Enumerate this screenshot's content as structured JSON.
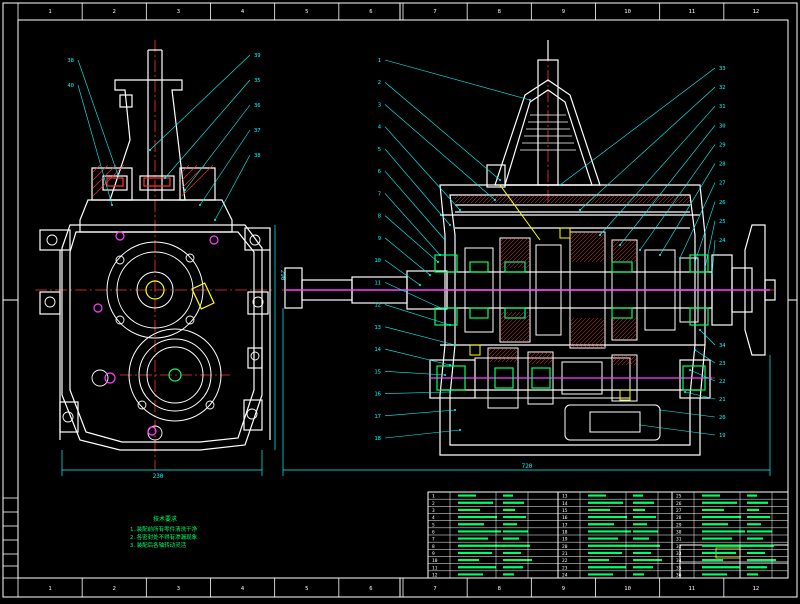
{
  "colors": {
    "background": "#000000",
    "frame": "#ffffff",
    "geometry": "#ffffff",
    "leader": "#00ffff",
    "dimension": "#00ffff",
    "hatch": "#ff3333",
    "part_highlight": "#00ff66",
    "centerline": "#ff3333",
    "accent_magenta": "#ff40ff",
    "accent_yellow": "#ffff00"
  },
  "frame": {
    "top_zone_numbers": [
      "1",
      "2",
      "3",
      "4",
      "5",
      "6",
      "7",
      "8",
      "9",
      "10",
      "11",
      "12"
    ],
    "bottom_zone_numbers": [
      "1",
      "2",
      "3",
      "4",
      "5",
      "6",
      "7",
      "8",
      "9",
      "10",
      "11",
      "12"
    ]
  },
  "side_view": {
    "label_numbers_left": [
      "38",
      "40"
    ],
    "label_numbers_right": [
      "39",
      "35",
      "36",
      "37",
      "38"
    ],
    "dimension_bottom": "230",
    "dimension_right": "290"
  },
  "section_view": {
    "label_numbers_left": [
      "1",
      "2",
      "3",
      "4",
      "5",
      "6",
      "7",
      "8",
      "9",
      "10",
      "11",
      "12",
      "13",
      "14",
      "15",
      "16",
      "17",
      "18"
    ],
    "label_numbers_right_top": [
      "33",
      "32",
      "31",
      "30",
      "29",
      "28",
      "27",
      "26",
      "25",
      "24"
    ],
    "label_numbers_right_bottom": [
      "34",
      "23",
      "22",
      "21",
      "20",
      "19"
    ],
    "dimension_bottom": "720"
  },
  "tech_notes": {
    "title": "技术要求",
    "lines": [
      "1.装配前所有零件清洗干净",
      "2.各密封处不得有渗漏现象",
      "3.装配后各轴转动灵活"
    ]
  },
  "title_block": {
    "col1": [
      "1",
      "2",
      "3",
      "4",
      "5",
      "6",
      "7",
      "8",
      "9",
      "10",
      "11",
      "12"
    ],
    "col2": [
      "13",
      "14",
      "15",
      "16",
      "17",
      "18",
      "19",
      "20",
      "21",
      "22",
      "23",
      "24"
    ],
    "col3": [
      "25",
      "26",
      "27",
      "28",
      "29",
      "30",
      "31",
      "32",
      "33",
      "34",
      "35",
      "36"
    ]
  }
}
